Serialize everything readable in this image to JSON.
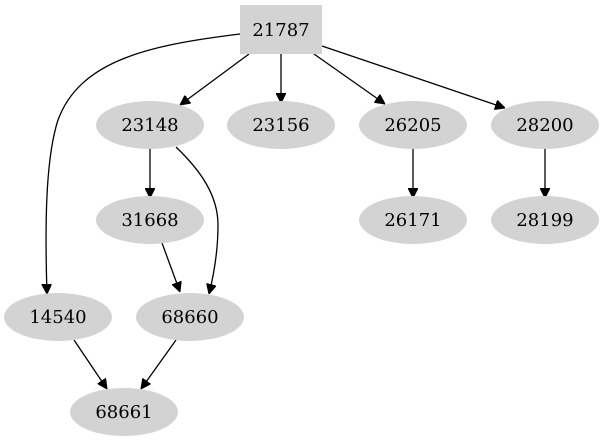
{
  "nodes": {
    "n21787": {
      "label": "21787",
      "shape": "box"
    },
    "n23148": {
      "label": "23148",
      "shape": "ellipse"
    },
    "n23156": {
      "label": "23156",
      "shape": "ellipse"
    },
    "n26205": {
      "label": "26205",
      "shape": "ellipse"
    },
    "n28200": {
      "label": "28200",
      "shape": "ellipse"
    },
    "n31668": {
      "label": "31668",
      "shape": "ellipse"
    },
    "n26171": {
      "label": "26171",
      "shape": "ellipse"
    },
    "n28199": {
      "label": "28199",
      "shape": "ellipse"
    },
    "n14540": {
      "label": "14540",
      "shape": "ellipse"
    },
    "n68660": {
      "label": "68660",
      "shape": "ellipse"
    },
    "n68661": {
      "label": "68661",
      "shape": "ellipse"
    }
  },
  "edges": [
    {
      "from": "21787",
      "to": "23148"
    },
    {
      "from": "21787",
      "to": "23156"
    },
    {
      "from": "21787",
      "to": "26205"
    },
    {
      "from": "21787",
      "to": "28200"
    },
    {
      "from": "21787",
      "to": "14540"
    },
    {
      "from": "23148",
      "to": "31668"
    },
    {
      "from": "23148",
      "to": "68660"
    },
    {
      "from": "31668",
      "to": "68660"
    },
    {
      "from": "26205",
      "to": "26171"
    },
    {
      "from": "28200",
      "to": "28199"
    },
    {
      "from": "14540",
      "to": "68661"
    },
    {
      "from": "68660",
      "to": "68661"
    }
  ],
  "colors": {
    "node_fill": "#d3d3d3",
    "edge": "#000000",
    "text": "#000000"
  }
}
